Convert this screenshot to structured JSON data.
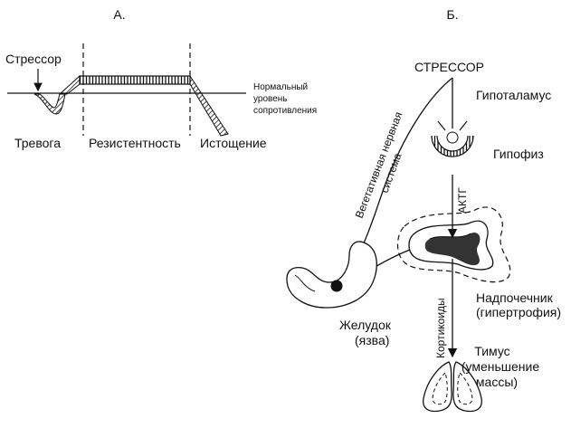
{
  "panel_a": {
    "label": "А.",
    "stressor": "Стрессор",
    "normal_level": [
      "Нормальный",
      "уровень",
      "сопротивления"
    ],
    "phases": [
      "Тревога",
      "Резистентность",
      "Истощение"
    ]
  },
  "panel_b": {
    "label": "Б.",
    "stressor": "СТРЕССОР",
    "hypothalamus": "Гипоталамус",
    "pituitary": "Гипофиз",
    "actg": "АКТГ",
    "vegetative": [
      "Вегетативная нервная",
      "система"
    ],
    "adrenal": [
      "Надпочечник",
      "(гипертрофия)"
    ],
    "corticoids": "Кортикоиды",
    "stomach": [
      "Желудок",
      "(язва)"
    ],
    "thymus": [
      "Тимус",
      "(уменьшение",
      "массы)"
    ]
  }
}
